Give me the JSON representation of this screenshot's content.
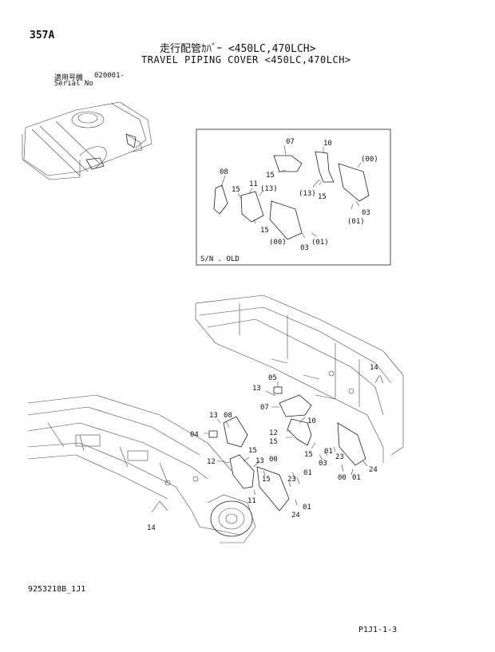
{
  "header": {
    "page_no": "357A",
    "title_jp": "走行配管ｶﾊﾞｰ <450LC,470LCH>",
    "title_en": "TRAVEL PIPING COVER <450LC,470LCH>",
    "serial_jp": "適用号機",
    "serial_en": "Serial No",
    "serial_no": "020001-"
  },
  "inset": {
    "note": "S/N  . OLD",
    "labels": [
      "07",
      "10",
      "(00)",
      "08",
      "15",
      "11",
      "(13)",
      "15",
      "(13)",
      "15",
      "03",
      "(01)",
      "15",
      "(00)",
      "03",
      "(01)"
    ]
  },
  "main": {
    "labels": [
      "14",
      "05",
      "13",
      "07",
      "13",
      "08",
      "10",
      "12",
      "15",
      "04",
      "15",
      "12",
      "13",
      "15",
      "03",
      "01",
      "23",
      "00",
      "00",
      "01",
      "24",
      "15",
      "23",
      "01",
      "11",
      "24",
      "01",
      "14"
    ]
  },
  "footer": {
    "doc_no": "9253218B_1J1",
    "page_code": "P1J1-1-3"
  }
}
